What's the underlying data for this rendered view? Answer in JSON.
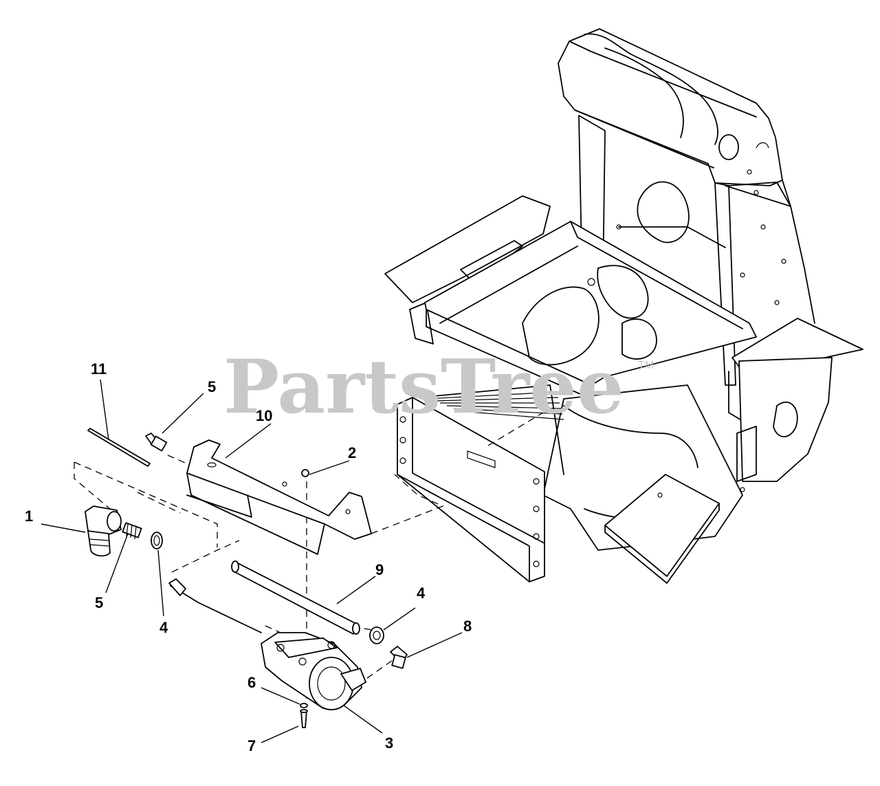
{
  "watermark": {
    "text": "PartsTree",
    "mark": "TM"
  },
  "callouts": [
    {
      "id": "callout-11",
      "label": "11"
    },
    {
      "id": "callout-5a",
      "label": "5"
    },
    {
      "id": "callout-10",
      "label": "10"
    },
    {
      "id": "callout-2",
      "label": "2"
    },
    {
      "id": "callout-1",
      "label": "1"
    },
    {
      "id": "callout-5b",
      "label": "5"
    },
    {
      "id": "callout-4a",
      "label": "4"
    },
    {
      "id": "callout-9",
      "label": "9"
    },
    {
      "id": "callout-4b",
      "label": "4"
    },
    {
      "id": "callout-8",
      "label": "8"
    },
    {
      "id": "callout-6",
      "label": "6"
    },
    {
      "id": "callout-3",
      "label": "3"
    },
    {
      "id": "callout-7",
      "label": "7"
    }
  ]
}
